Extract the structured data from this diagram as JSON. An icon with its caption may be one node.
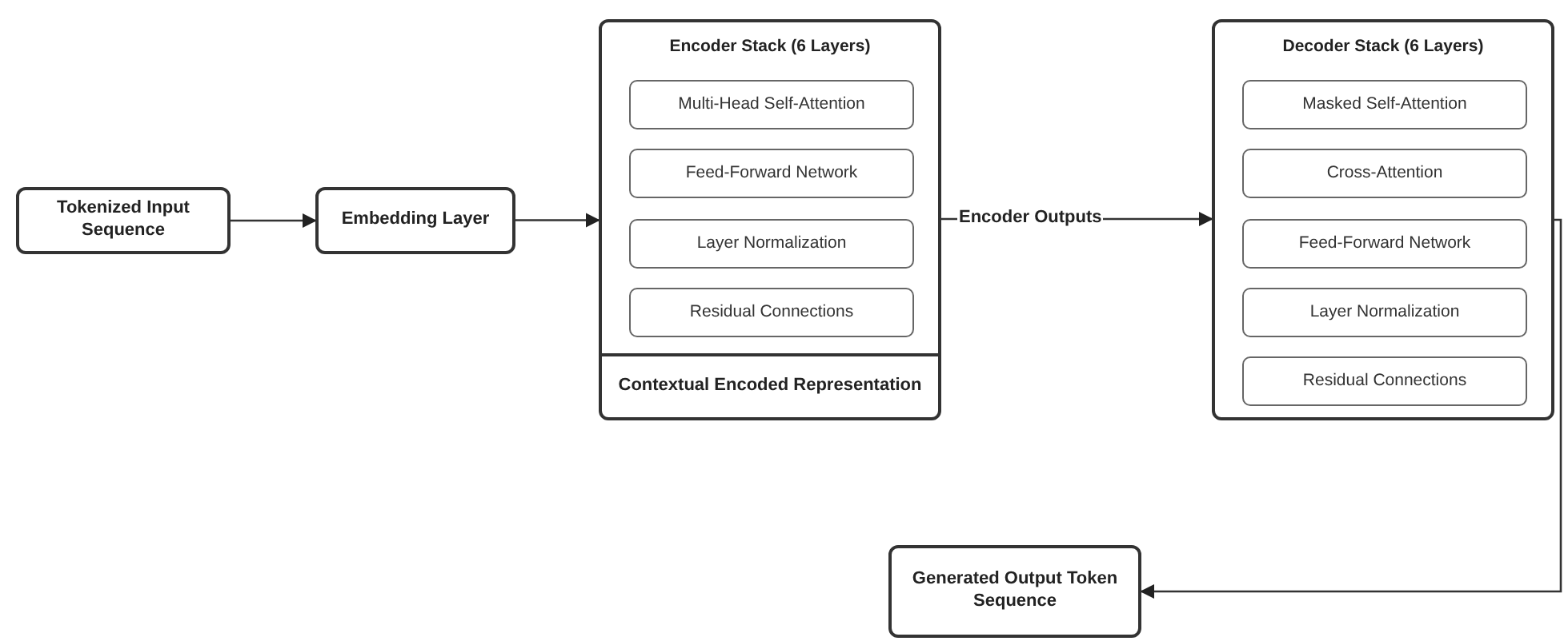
{
  "diagram": {
    "nodes": [
      {
        "text": [
          "Tokenized Input Sequence"
        ]
      },
      {
        "text": [
          "Embedding Layer"
        ]
      },
      {
        "text": [
          "Encoder Stack (6 Layers)"
        ]
      },
      {
        "text": [
          "Multi-Head Self-Attention"
        ],
        "in": 2
      },
      {
        "text": [
          "Feed-Forward Network"
        ],
        "in": 2
      },
      {
        "text": [
          "Layer Normalization"
        ],
        "in": 2
      },
      {
        "text": [
          "Residual Connections"
        ],
        "in": 2
      },
      {
        "text": [
          "Contextual Encoded Representation"
        ],
        "in": 2
      },
      {
        "text": [
          "Decoder Stack (6 Layers)"
        ]
      },
      {
        "text": [
          "Masked Self-Attention"
        ],
        "in": 8
      },
      {
        "text": [
          "Cross-Attention"
        ],
        "in": 8
      },
      {
        "text": [
          "Feed-Forward Network"
        ],
        "in": 8
      },
      {
        "text": [
          "Layer Normalization"
        ],
        "in": 8
      },
      {
        "text": [
          "Residual Connections"
        ],
        "in": 8
      },
      {
        "text": [
          "Generated Output Token Sequence"
        ]
      }
    ],
    "edges": [
      {
        "from": 0,
        "to": 1,
        "arrow": "to"
      },
      {
        "from": 1,
        "to": 2,
        "arrow": "to"
      },
      {
        "from": 2,
        "to": 8,
        "label": "Encoder Outputs",
        "arrow": "to"
      },
      {
        "from": 8,
        "to": 14,
        "arrow": "to"
      }
    ]
  }
}
